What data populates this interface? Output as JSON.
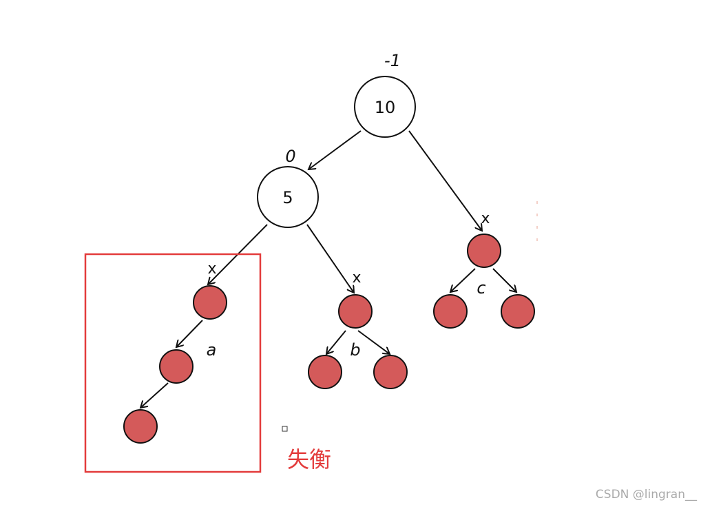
{
  "root": {
    "value": "10",
    "balance_factor": "-1"
  },
  "left_child": {
    "value": "5",
    "balance_factor": "0"
  },
  "insert_mark": "x",
  "subtree_labels": {
    "a": "a",
    "b": "b",
    "c": "c"
  },
  "unbalanced_label": "失衡",
  "watermark": "CSDN @lingran__",
  "colors": {
    "subtree_node": "#d45a5a",
    "highlight_box": "#e33b3b"
  }
}
